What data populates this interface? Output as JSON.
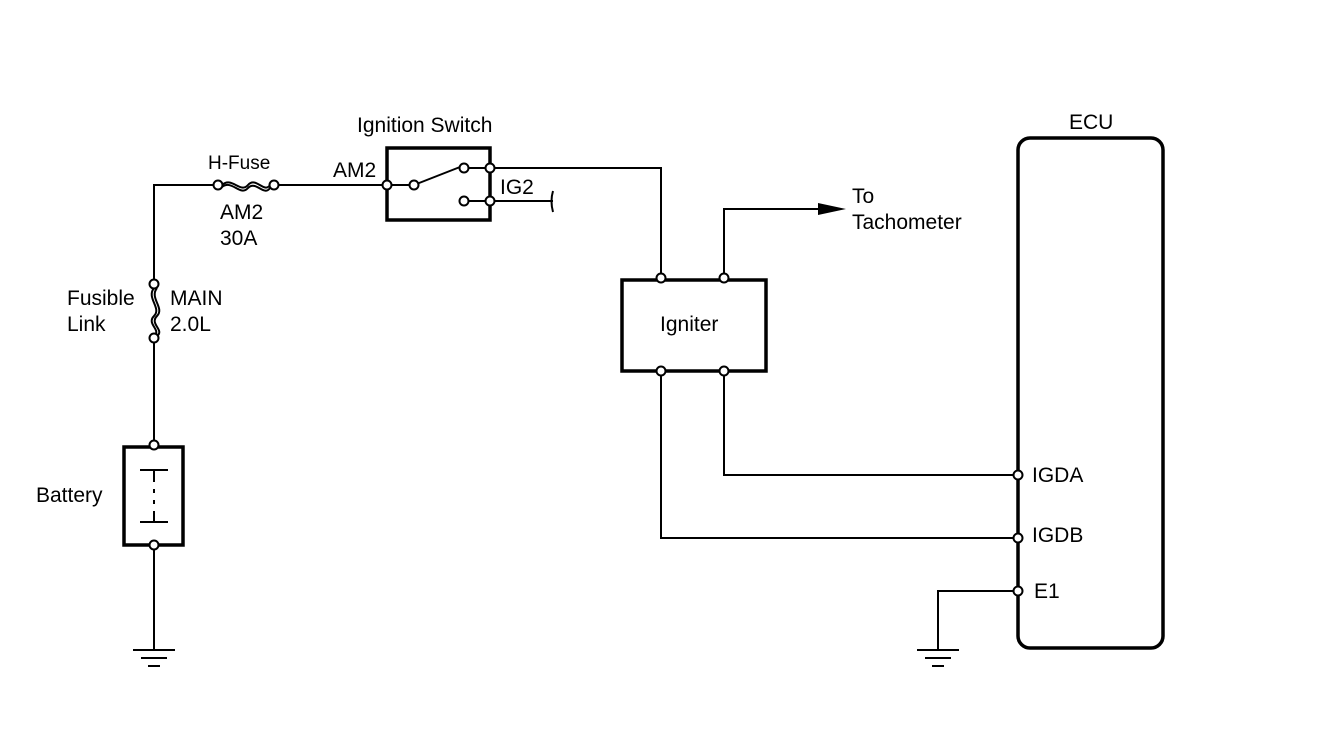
{
  "labels": {
    "h_fuse": "H-Fuse",
    "h_fuse_name": "AM2",
    "h_fuse_rating": "30A",
    "switch_title": "Ignition Switch",
    "switch_am2": "AM2",
    "switch_ig2": "IG2",
    "fusible_link_line1": "Fusible",
    "fusible_link_line2": "Link",
    "fusible_main": "MAIN",
    "fusible_rating": "2.0L",
    "battery": "Battery",
    "tach_line1": "To",
    "tach_line2": "Tachometer",
    "igniter": "Igniter",
    "ecu": "ECU",
    "igda": "IGDA",
    "igdb": "IGDB",
    "e1": "E1"
  }
}
